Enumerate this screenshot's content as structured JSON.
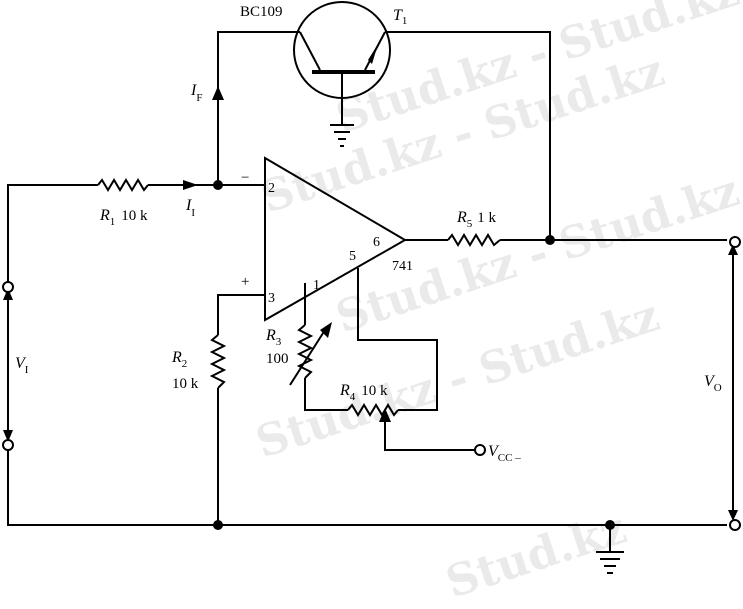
{
  "watermark": {
    "text": "Stud.kz - Stud.kz",
    "text_alt": "Stud.kz"
  },
  "transistor": {
    "part": "BC109",
    "ref": "T",
    "ref_sub": "1"
  },
  "opamp": {
    "model": "741",
    "pin_inv": "2",
    "pin_noninv": "3",
    "pin_out": "6",
    "pin_offset_a": "1",
    "pin_offset_b": "5",
    "sign_minus": "−",
    "sign_plus": "+"
  },
  "r1": {
    "ref": "R",
    "sub": "1",
    "value": "10 k"
  },
  "r2": {
    "ref": "R",
    "sub": "2",
    "value": "10 k"
  },
  "r3": {
    "ref": "R",
    "sub": "3",
    "value": "100"
  },
  "r4": {
    "ref": "R",
    "sub": "4",
    "value": "10 k"
  },
  "r5": {
    "ref": "R",
    "sub": "5",
    "value": "1 k"
  },
  "currents": {
    "if": "I",
    "if_sub": "F",
    "ii": "I",
    "ii_sub": "I"
  },
  "voltages": {
    "vi": "V",
    "vi_sub": "I",
    "vo": "V",
    "vo_sub": "O",
    "vcc": "V",
    "vcc_sub": "CC –"
  }
}
